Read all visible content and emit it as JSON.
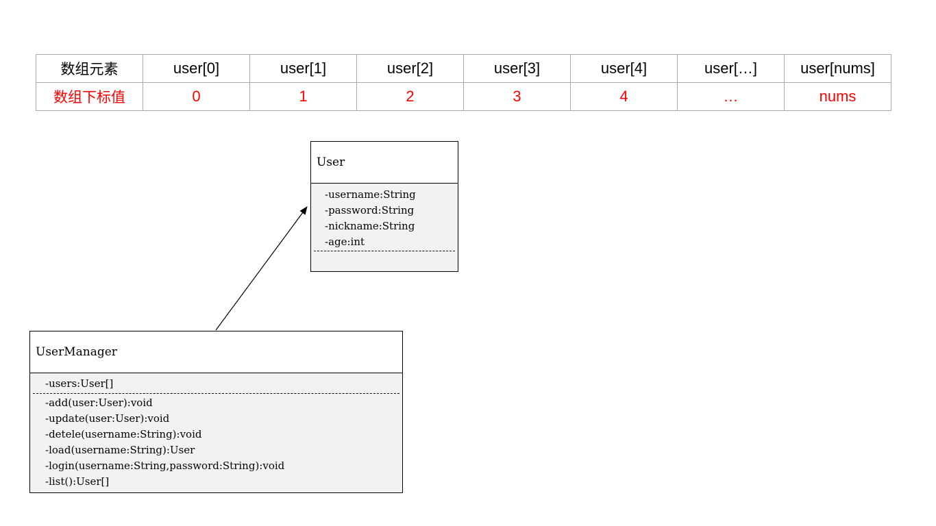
{
  "array_table": {
    "rows": [
      {
        "header": "数组元素",
        "cells": [
          "user[0]",
          "user[1]",
          "user[2]",
          "user[3]",
          "user[4]",
          "user[…]",
          "user[nums]"
        ]
      },
      {
        "header": "数组下标值",
        "cells": [
          "0",
          "1",
          "2",
          "3",
          "4",
          "…",
          "nums"
        ]
      }
    ],
    "colors": {
      "index_text": "#ff0000",
      "element_text": "#000000",
      "border": "#a9a9a9"
    }
  },
  "classes": {
    "user": {
      "name": "User",
      "attributes": [
        "-username:String",
        "-password:String",
        "-nickname:String",
        "-age:int"
      ],
      "methods": []
    },
    "user_manager": {
      "name": "UserManager",
      "attributes": [
        "-users:User[]"
      ],
      "methods": [
        "-add(user:User):void",
        "-update(user:User):void",
        "-detele(username:String):void",
        "-load(username:String):User",
        "-login(username:String,password:String):void",
        "-list():User[]"
      ]
    }
  },
  "association": {
    "from": "UserManager",
    "to": "User",
    "arrow": "open-filled"
  },
  "colors": {
    "box_fill": "#f2f2f2",
    "name_fill": "#ffffff",
    "line": "#000000"
  }
}
